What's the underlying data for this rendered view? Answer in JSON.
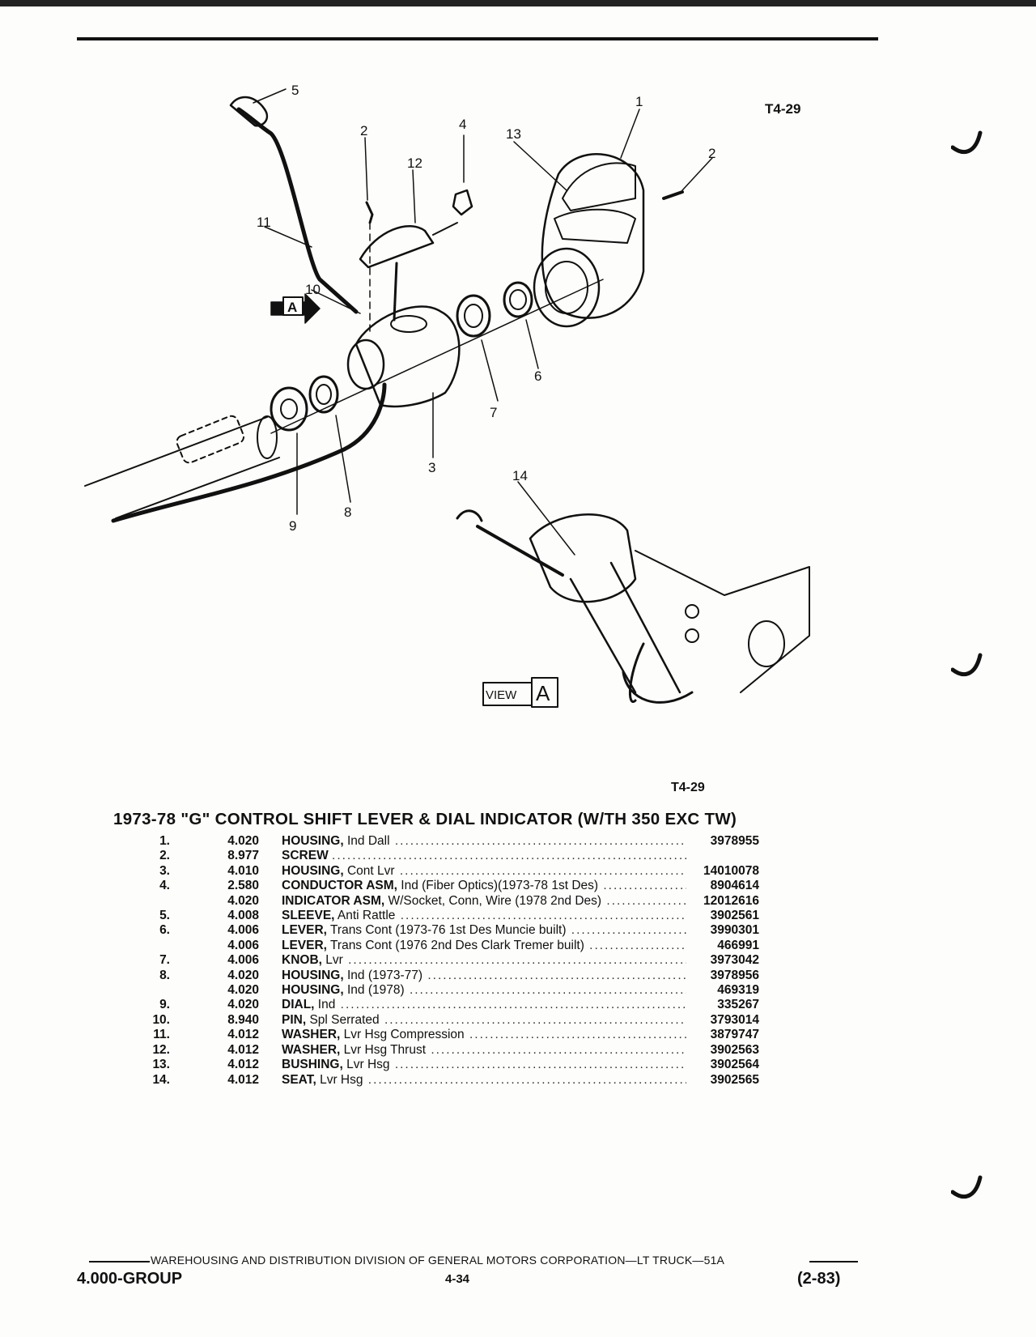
{
  "header": {
    "ref_top": "T4-29"
  },
  "illustration": {
    "callouts": [
      "1",
      "2",
      "2",
      "3",
      "4",
      "5",
      "6",
      "7",
      "8",
      "9",
      "10",
      "11",
      "12",
      "13",
      "14"
    ],
    "view_label": "VIEW",
    "view_letter": "A",
    "arrow_letter": "A",
    "ref_caption": "T4-29"
  },
  "section": {
    "title": "1973-78 \"G\" CONTROL SHIFT LEVER & DIAL INDICATOR (W/TH 350 EXC TW)"
  },
  "parts": [
    {
      "num": "1.",
      "group": "4.020",
      "name": "HOUSING,",
      "detail": "Ind Dall",
      "part": "3978955"
    },
    {
      "num": "2.",
      "group": "8.977",
      "name": "SCREW",
      "detail": "",
      "part": ""
    },
    {
      "num": "3.",
      "group": "4.010",
      "name": "HOUSING,",
      "detail": "Cont Lvr",
      "part": "14010078"
    },
    {
      "num": "4.",
      "group": "2.580",
      "name": "CONDUCTOR ASM,",
      "detail": "Ind (Fiber Optics)(1973-78 1st Des)",
      "part": "8904614"
    },
    {
      "num": "",
      "group": "4.020",
      "name": "INDICATOR ASM,",
      "detail": "W/Socket, Conn, Wire (1978 2nd Des)",
      "part": "12012616"
    },
    {
      "num": "5.",
      "group": "4.008",
      "name": "SLEEVE,",
      "detail": "Anti Rattle",
      "part": "3902561"
    },
    {
      "num": "6.",
      "group": "4.006",
      "name": "LEVER,",
      "detail": "Trans Cont (1973-76 1st Des Muncie built)",
      "part": "3990301"
    },
    {
      "num": "",
      "group": "4.006",
      "name": "LEVER,",
      "detail": "Trans Cont (1976 2nd Des Clark Tremer built)",
      "part": "466991"
    },
    {
      "num": "7.",
      "group": "4.006",
      "name": "KNOB,",
      "detail": "Lvr",
      "part": "3973042"
    },
    {
      "num": "8.",
      "group": "4.020",
      "name": "HOUSING,",
      "detail": "Ind (1973-77)",
      "part": "3978956"
    },
    {
      "num": "",
      "group": "4.020",
      "name": "HOUSING,",
      "detail": "Ind (1978)",
      "part": "469319"
    },
    {
      "num": "9.",
      "group": "4.020",
      "name": "DIAL,",
      "detail": "Ind",
      "part": "335267"
    },
    {
      "num": "10.",
      "group": "8.940",
      "name": "PIN,",
      "detail": "Spl Serrated",
      "part": "3793014"
    },
    {
      "num": "11.",
      "group": "4.012",
      "name": "WASHER,",
      "detail": "Lvr Hsg Compression",
      "part": "3879747"
    },
    {
      "num": "12.",
      "group": "4.012",
      "name": "WASHER,",
      "detail": "Lvr Hsg Thrust",
      "part": "3902563"
    },
    {
      "num": "13.",
      "group": "4.012",
      "name": "BUSHING,",
      "detail": "Lvr Hsg",
      "part": "3902564"
    },
    {
      "num": "14.",
      "group": "4.012",
      "name": "SEAT,",
      "detail": "Lvr Hsg",
      "part": "3902565"
    }
  ],
  "footer": {
    "text": "WAREHOUSING AND DISTRIBUTION  DIVISION OF GENERAL MOTORS CORPORATION—LT TRUCK—51A",
    "group": "4.000-GROUP",
    "page": "4-34",
    "date": "(2-83)"
  }
}
